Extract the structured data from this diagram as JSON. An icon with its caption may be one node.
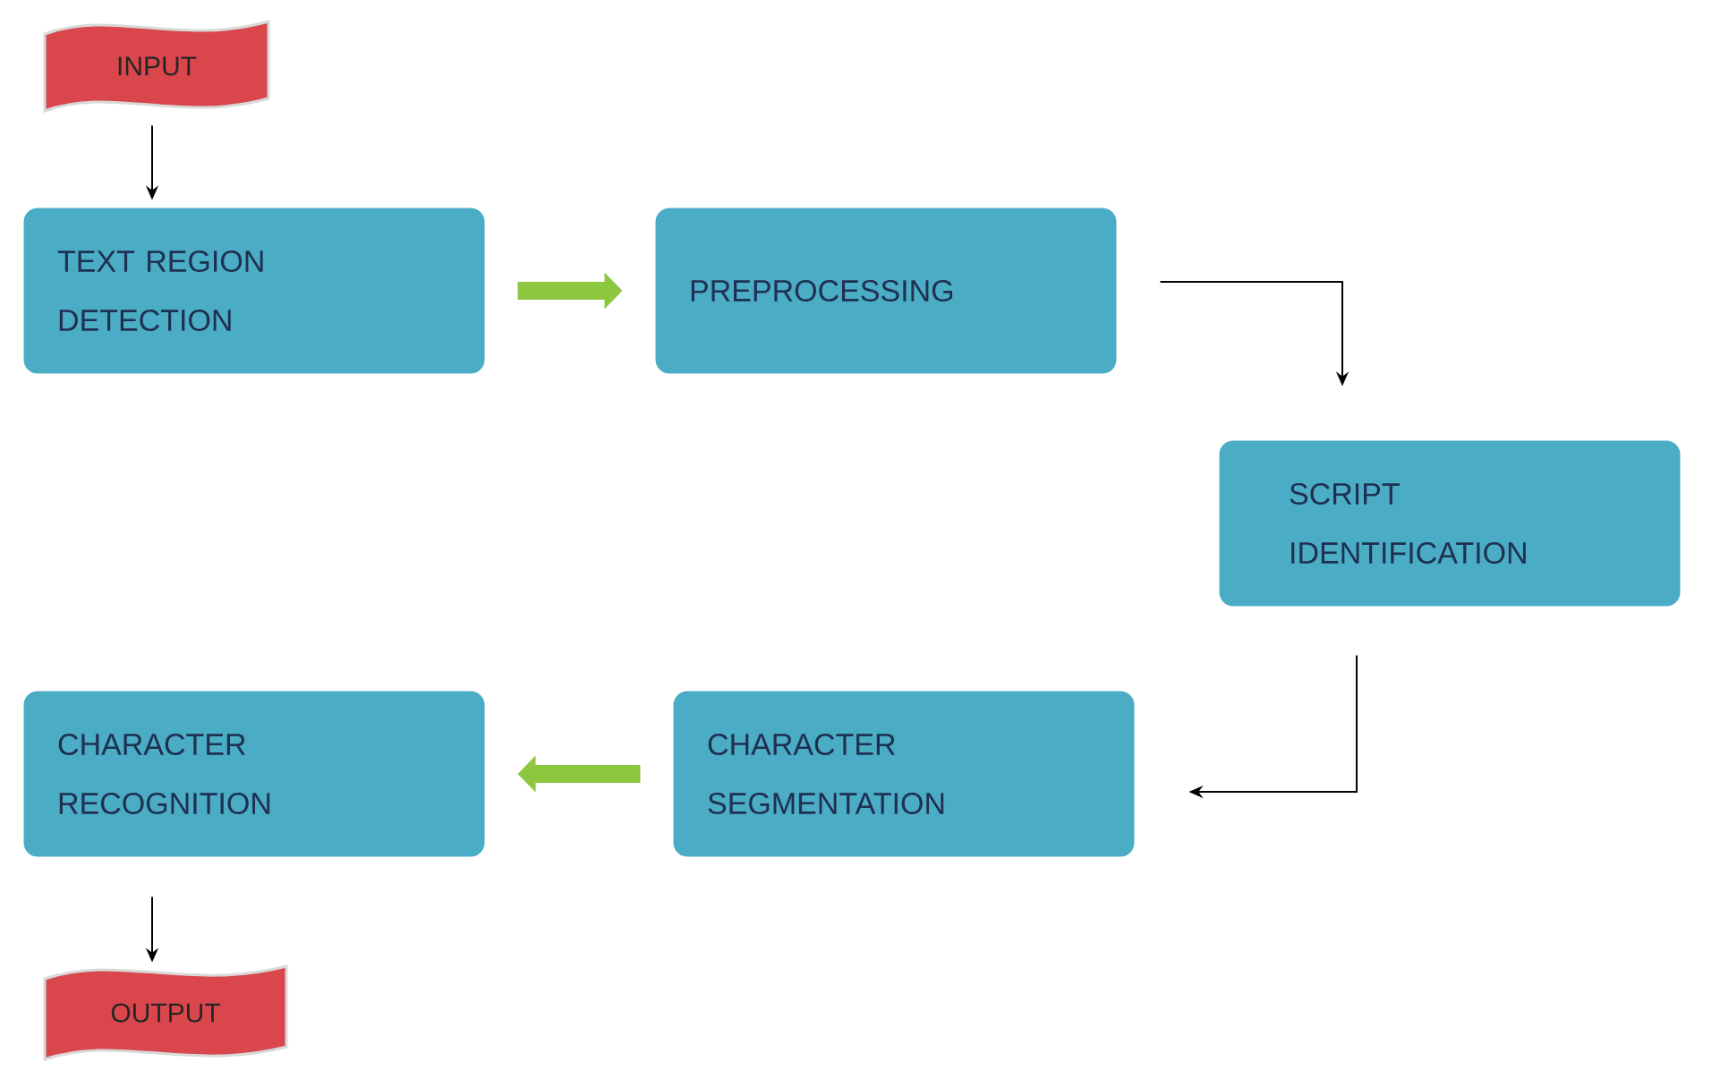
{
  "diagram": {
    "nodes": [
      {
        "text": [
          "INPUT"
        ]
      },
      {
        "text": [
          "TEXT REGION DETECTION"
        ]
      },
      {
        "text": [
          "PREPROCESSING"
        ]
      },
      {
        "text": [
          "SCRIPT IDENTIFICATION"
        ]
      },
      {
        "text": [
          "CHARACTER SEGMENTATION"
        ]
      },
      {
        "text": [
          "CHARACTER RECOGNITION"
        ]
      },
      {
        "text": [
          "OUTPUT"
        ]
      }
    ],
    "edges": [
      {
        "from": 0,
        "to": 1,
        "arrow": "to"
      },
      {
        "from": 1,
        "to": 2,
        "arrow": "to",
        "style": "thick",
        "color": "#8dc63f"
      },
      {
        "from": 2,
        "to": 3,
        "arrow": "to"
      },
      {
        "from": 3,
        "to": 4,
        "arrow": "to"
      },
      {
        "from": 4,
        "to": 5,
        "arrow": "to",
        "style": "thick",
        "color": "#8dc63f"
      },
      {
        "from": 5,
        "to": 6,
        "arrow": "to"
      }
    ]
  }
}
